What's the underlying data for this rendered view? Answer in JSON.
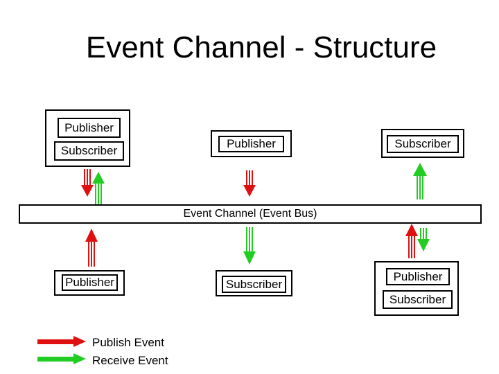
{
  "slide": {
    "title": "Event Channel - Structure",
    "background_color": "#FFFFFF"
  },
  "colors": {
    "publish": "#DE1010",
    "receive": "#22CC22",
    "border": "#000000",
    "text": "#000000"
  },
  "nodes": {
    "top_left": {
      "boxes": [
        {
          "label": "Publisher"
        },
        {
          "label": "Subscriber"
        }
      ]
    },
    "top_middle": {
      "boxes": [
        {
          "label": "Publisher"
        }
      ]
    },
    "top_right": {
      "boxes": [
        {
          "label": "Subscriber"
        }
      ]
    },
    "bottom_left": {
      "boxes": [
        {
          "label": "Publisher"
        }
      ]
    },
    "bottom_middle": {
      "boxes": [
        {
          "label": "Subscriber"
        }
      ]
    },
    "bottom_right": {
      "boxes": [
        {
          "label": "Publisher"
        },
        {
          "label": "Subscriber"
        }
      ]
    }
  },
  "bus": {
    "label": "Event Channel (Event Bus)"
  },
  "arrows": [
    {
      "id": "top-left-publish",
      "type": "publish",
      "direction": "down",
      "color": "#DE1010"
    },
    {
      "id": "top-left-receive",
      "type": "receive",
      "direction": "up",
      "color": "#22CC22"
    },
    {
      "id": "top-middle-publish",
      "type": "publish",
      "direction": "down",
      "color": "#DE1010"
    },
    {
      "id": "top-right-receive",
      "type": "receive",
      "direction": "up",
      "color": "#22CC22"
    },
    {
      "id": "bottom-left-publish",
      "type": "publish",
      "direction": "up",
      "color": "#DE1010"
    },
    {
      "id": "bottom-middle-receive",
      "type": "receive",
      "direction": "down",
      "color": "#22CC22"
    },
    {
      "id": "bottom-right-publish",
      "type": "publish",
      "direction": "up",
      "color": "#DE1010"
    },
    {
      "id": "bottom-right-receive",
      "type": "receive",
      "direction": "down",
      "color": "#22CC22"
    }
  ],
  "legend": {
    "items": [
      {
        "label": "Publish Event",
        "color": "#DE1010"
      },
      {
        "label": "Receive Event",
        "color": "#22CC22"
      }
    ]
  }
}
